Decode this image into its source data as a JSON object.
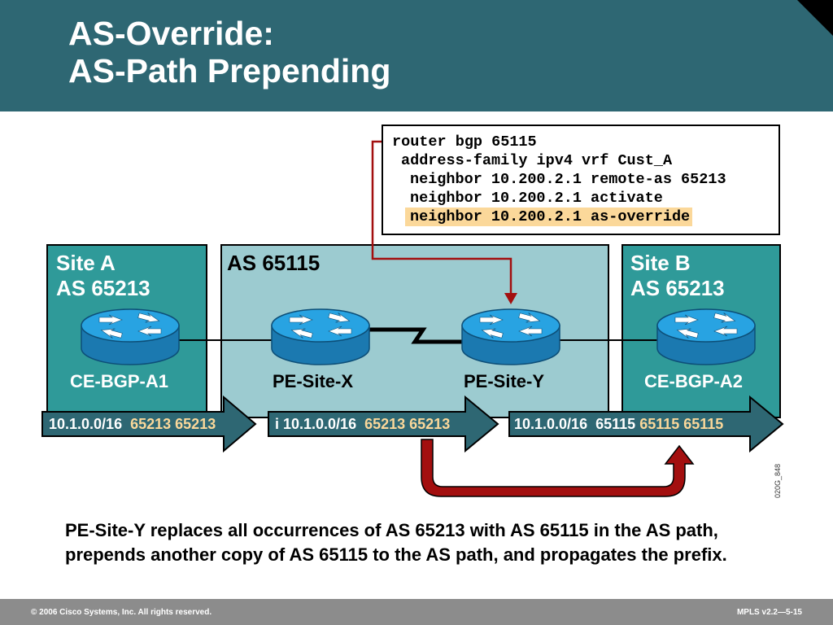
{
  "title": {
    "line1": "AS-Override:",
    "line2": "AS-Path Prepending"
  },
  "config": {
    "lines": [
      "router bgp 65115",
      " address-family ipv4 vrf Cust_A",
      "  neighbor 10.200.2.1 remote-as 65213",
      "  neighbor 10.200.2.1 activate",
      "  neighbor 10.200.2.1 as-override"
    ],
    "highlight_color": "#fbd89a"
  },
  "zones": {
    "site_a": {
      "line1": "Site A",
      "line2": "AS 65213",
      "color": "#2f9a99"
    },
    "as_core": {
      "line1": "AS 65115",
      "color": "#9ccbd0"
    },
    "site_b": {
      "line1": "Site B",
      "line2": "AS 65213",
      "color": "#2f9a99"
    }
  },
  "routers": {
    "ce_a1": "CE-BGP-A1",
    "pe_x": "PE-Site-X",
    "pe_y": "PE-Site-Y",
    "ce_a2": "CE-BGP-A2"
  },
  "updates": {
    "u1": {
      "prefix": "10.1.0.0/16",
      "path": "65213 65213"
    },
    "u2": {
      "prefix": "i 10.1.0.0/16",
      "path": "65213 65213"
    },
    "u3": {
      "prefix": "10.1.0.0/16",
      "path_plain": "65115",
      "path_highlight": "65115 65115"
    }
  },
  "note": "PE-Site-Y replaces all occurrences of AS 65213 with AS 65115 in the AS path, prepends another copy of AS 65115 to the AS path, and propagates the prefix.",
  "figure_id": "020G_848",
  "footer": {
    "copyright": "© 2006 Cisco Systems, Inc. All rights reserved.",
    "course": "MPLS v2.2—5-15"
  },
  "colors": {
    "header": "#2e6773",
    "arrow_fill": "#2e6773",
    "red_arrow": "#a30f0f",
    "router_blue": "#1e97d6"
  }
}
